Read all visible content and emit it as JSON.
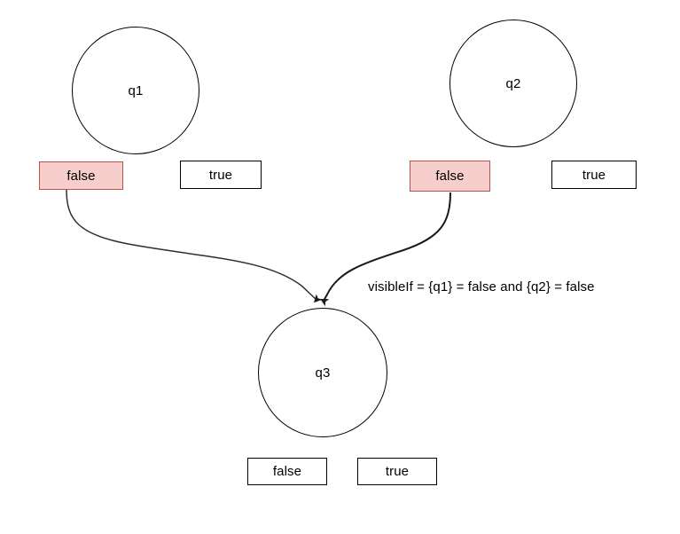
{
  "diagram": {
    "type": "flowchart",
    "background_color": "#ffffff",
    "stroke_color": "#000000",
    "edge_color": "#2f2f2f",
    "selected_fill_color": "#f8cecc",
    "selected_border_color": "#b85450",
    "nodes": [
      {
        "id": "q1",
        "label": "q1",
        "options": [
          {
            "label": "false",
            "selected": true
          },
          {
            "label": "true",
            "selected": false
          }
        ]
      },
      {
        "id": "q2",
        "label": "q2",
        "options": [
          {
            "label": "false",
            "selected": true
          },
          {
            "label": "true",
            "selected": false
          }
        ]
      },
      {
        "id": "q3",
        "label": "q3",
        "options": [
          {
            "label": "false",
            "selected": false
          },
          {
            "label": "true",
            "selected": false
          }
        ]
      }
    ],
    "edges": [
      {
        "from": "q1-false",
        "to": "q3",
        "arrowhead": true
      },
      {
        "from": "q2-false",
        "to": "q3",
        "arrowhead": true
      }
    ],
    "annotation": "visibleIf = {q1} = false and {q2} = false"
  }
}
